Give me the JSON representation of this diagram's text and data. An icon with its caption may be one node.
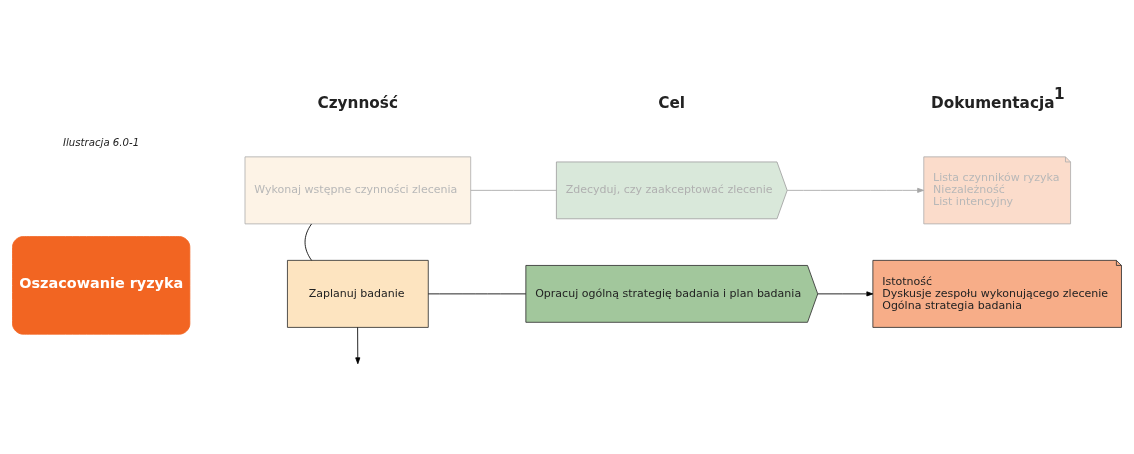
{
  "diagram": {
    "nodes": [
      {
        "text": [
          "Oszacowanie ryzyka"
        ]
      },
      {
        "text": [
          "Wykonaj wstępne czynności zlecenia"
        ]
      },
      {
        "text": [
          "Zdecyduj, czy zaakceptować zlecenie"
        ]
      },
      {
        "text": [
          "Lista czynników ryzyka",
          "Niezależność",
          "List intencyjny"
        ]
      },
      {
        "text": [
          "Zaplanuj badanie"
        ]
      },
      {
        "text": [
          "Opracuj ogólną strategię badania i plan badania"
        ]
      },
      {
        "text": [
          "Istotność",
          "Dyskusje zespołu wykonującego zlecenie",
          "Ogólna strategia badania"
        ]
      }
    ],
    "edges": [
      {
        "from": 1,
        "to": 2,
        "arrow": "none",
        "color": "#a6a6a6"
      },
      {
        "from": 2,
        "to": 3,
        "arrow": "to",
        "color": "#a6a6a6"
      },
      {
        "from": 1,
        "to": 4,
        "arrow": "none"
      },
      {
        "from": 4,
        "to": 5,
        "arrow": "none"
      },
      {
        "from": 5,
        "to": 6,
        "arrow": "to"
      },
      {
        "from": 4,
        "to": null,
        "arrow": "to"
      }
    ],
    "labels": [
      "Ilustracja 6.0-1",
      "Czynność",
      "Cel",
      "Dokumentacja$^{1}$"
    ]
  }
}
